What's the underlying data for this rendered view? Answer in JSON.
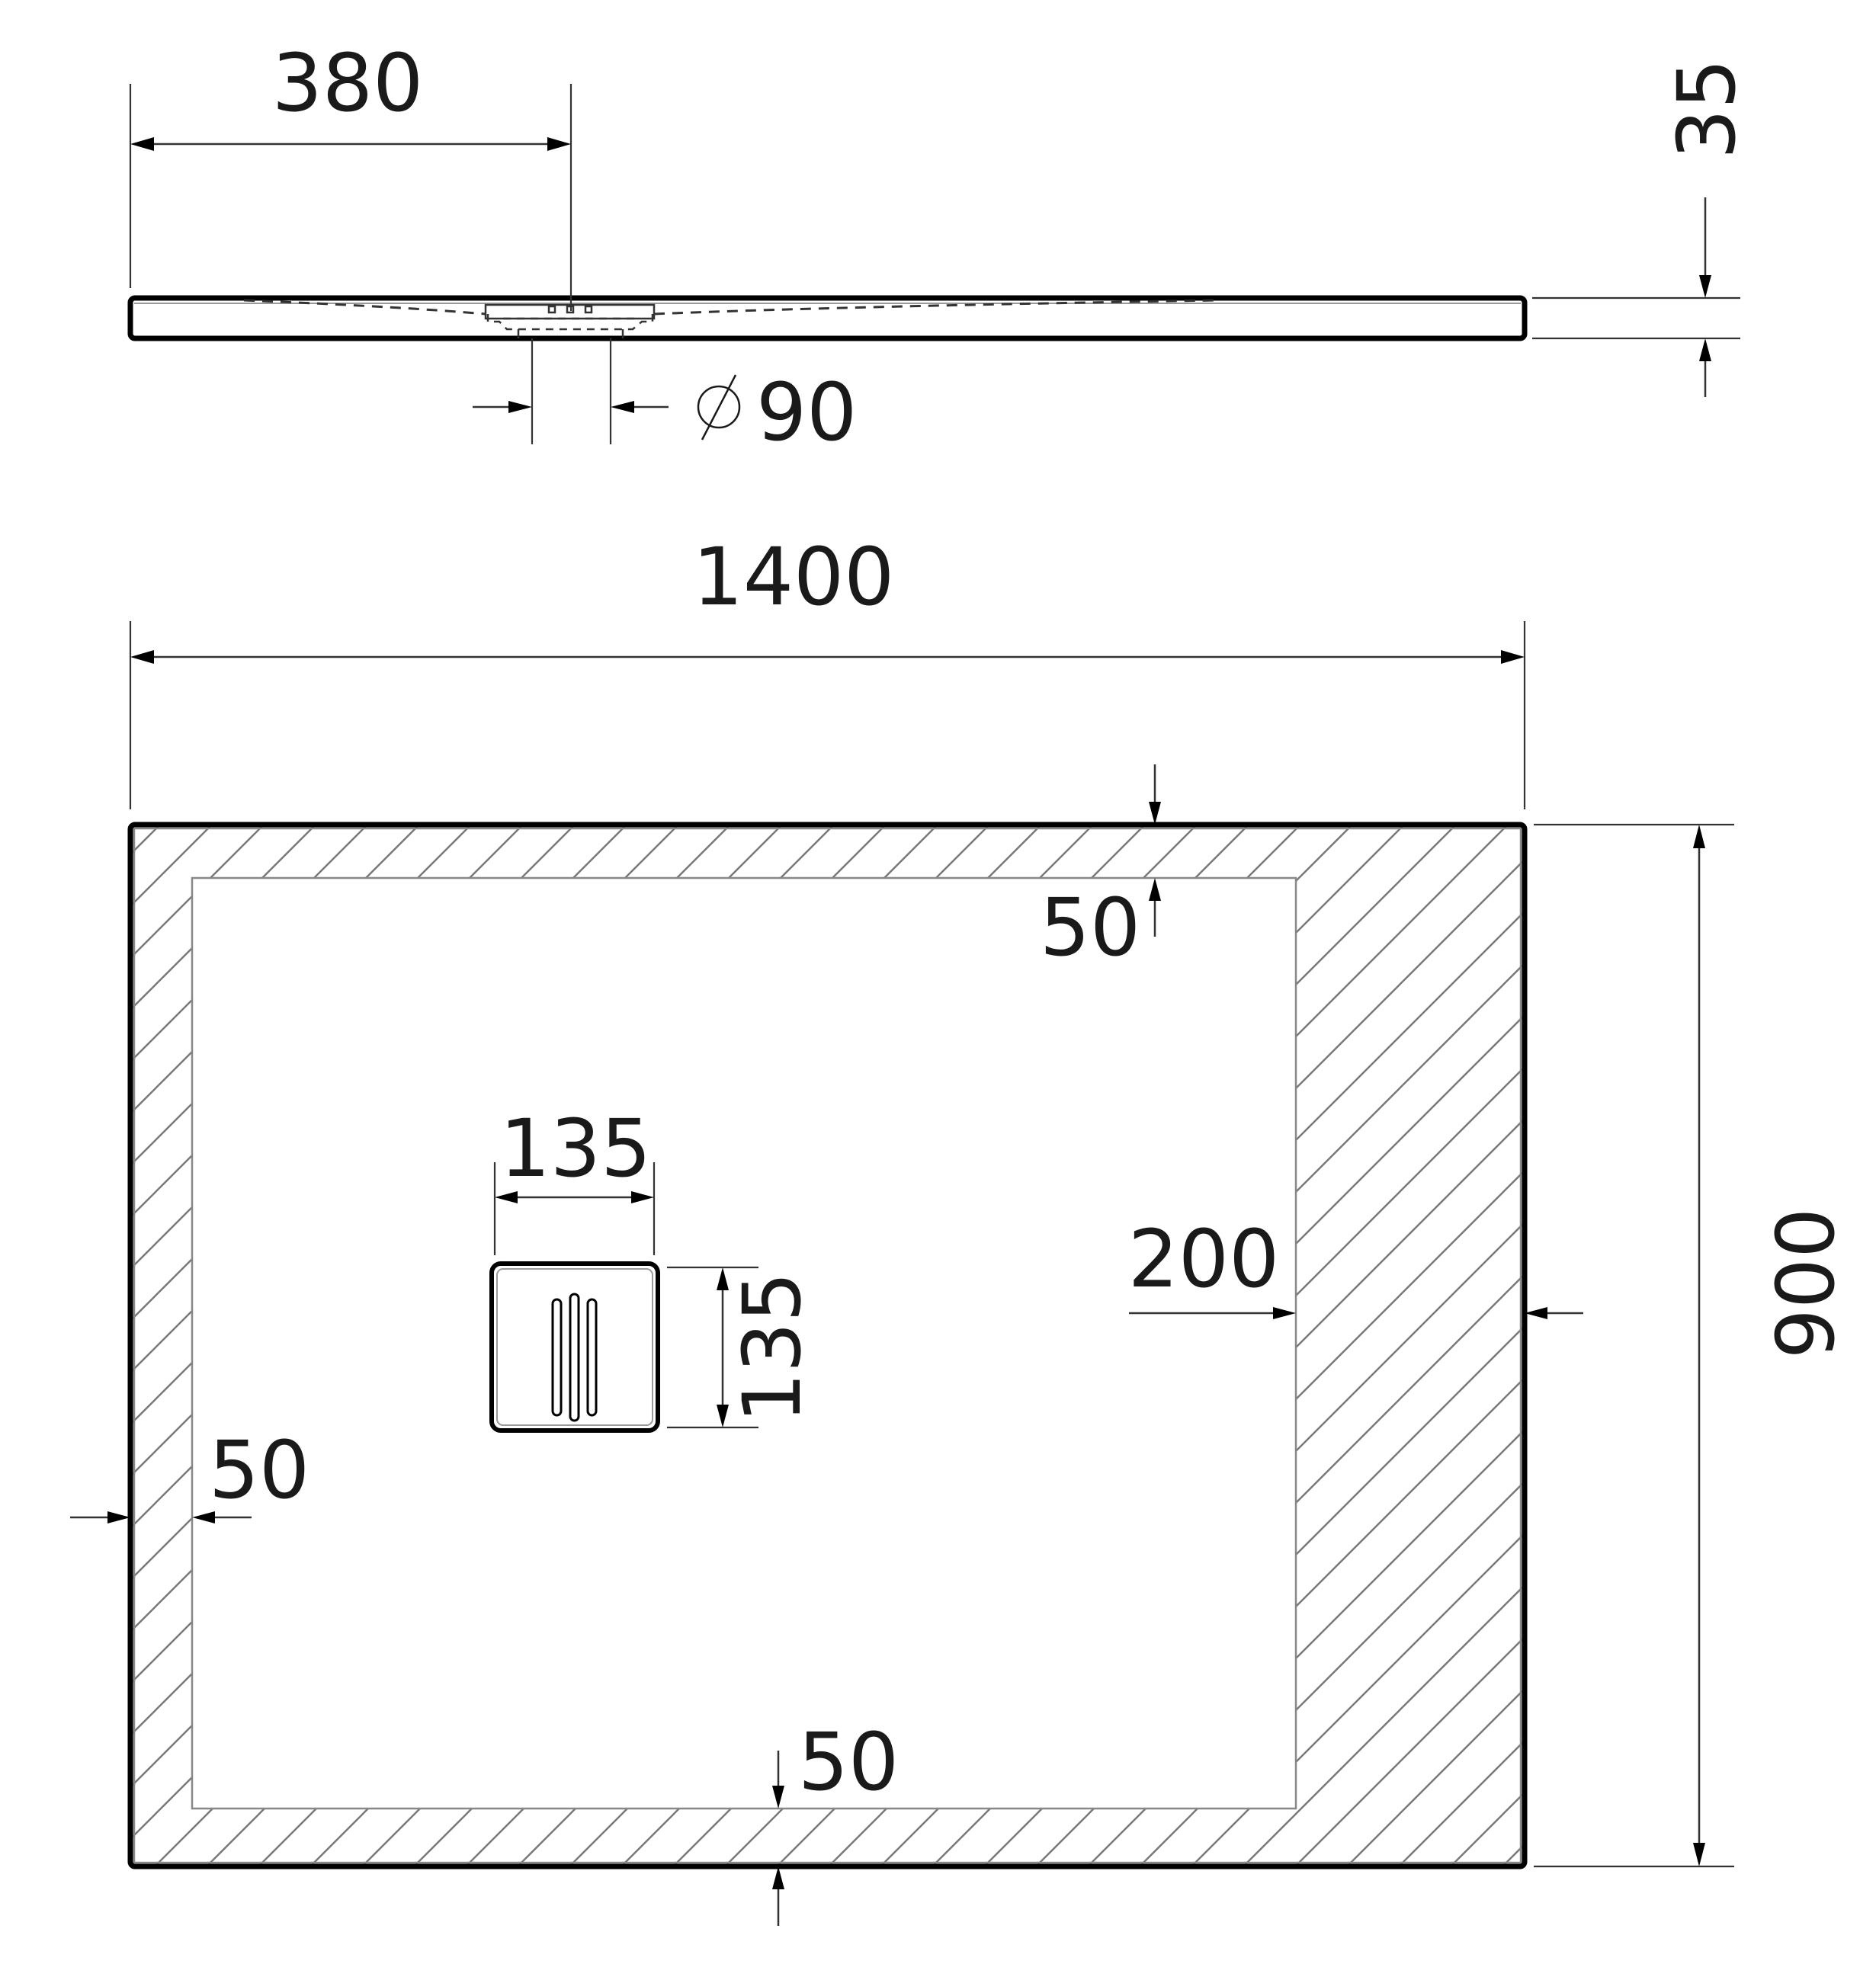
{
  "drawing": {
    "type": "shower tray technical drawing",
    "views": [
      "side-view",
      "plan-view"
    ],
    "units": "mm"
  },
  "dimensions": {
    "drain_offset": "380",
    "tray_thickness": "35",
    "drain_pipe_diameter_symbol": "∅",
    "drain_pipe_diameter": "90",
    "overall_length": "1400",
    "overall_width": "900",
    "border_top": "50",
    "border_bottom": "50",
    "border_left": "50",
    "border_right": "200",
    "drain_grate_width": "135",
    "drain_grate_height": "135"
  },
  "colors": {
    "line": "#000000",
    "hatch": "#777777",
    "background": "#ffffff"
  }
}
